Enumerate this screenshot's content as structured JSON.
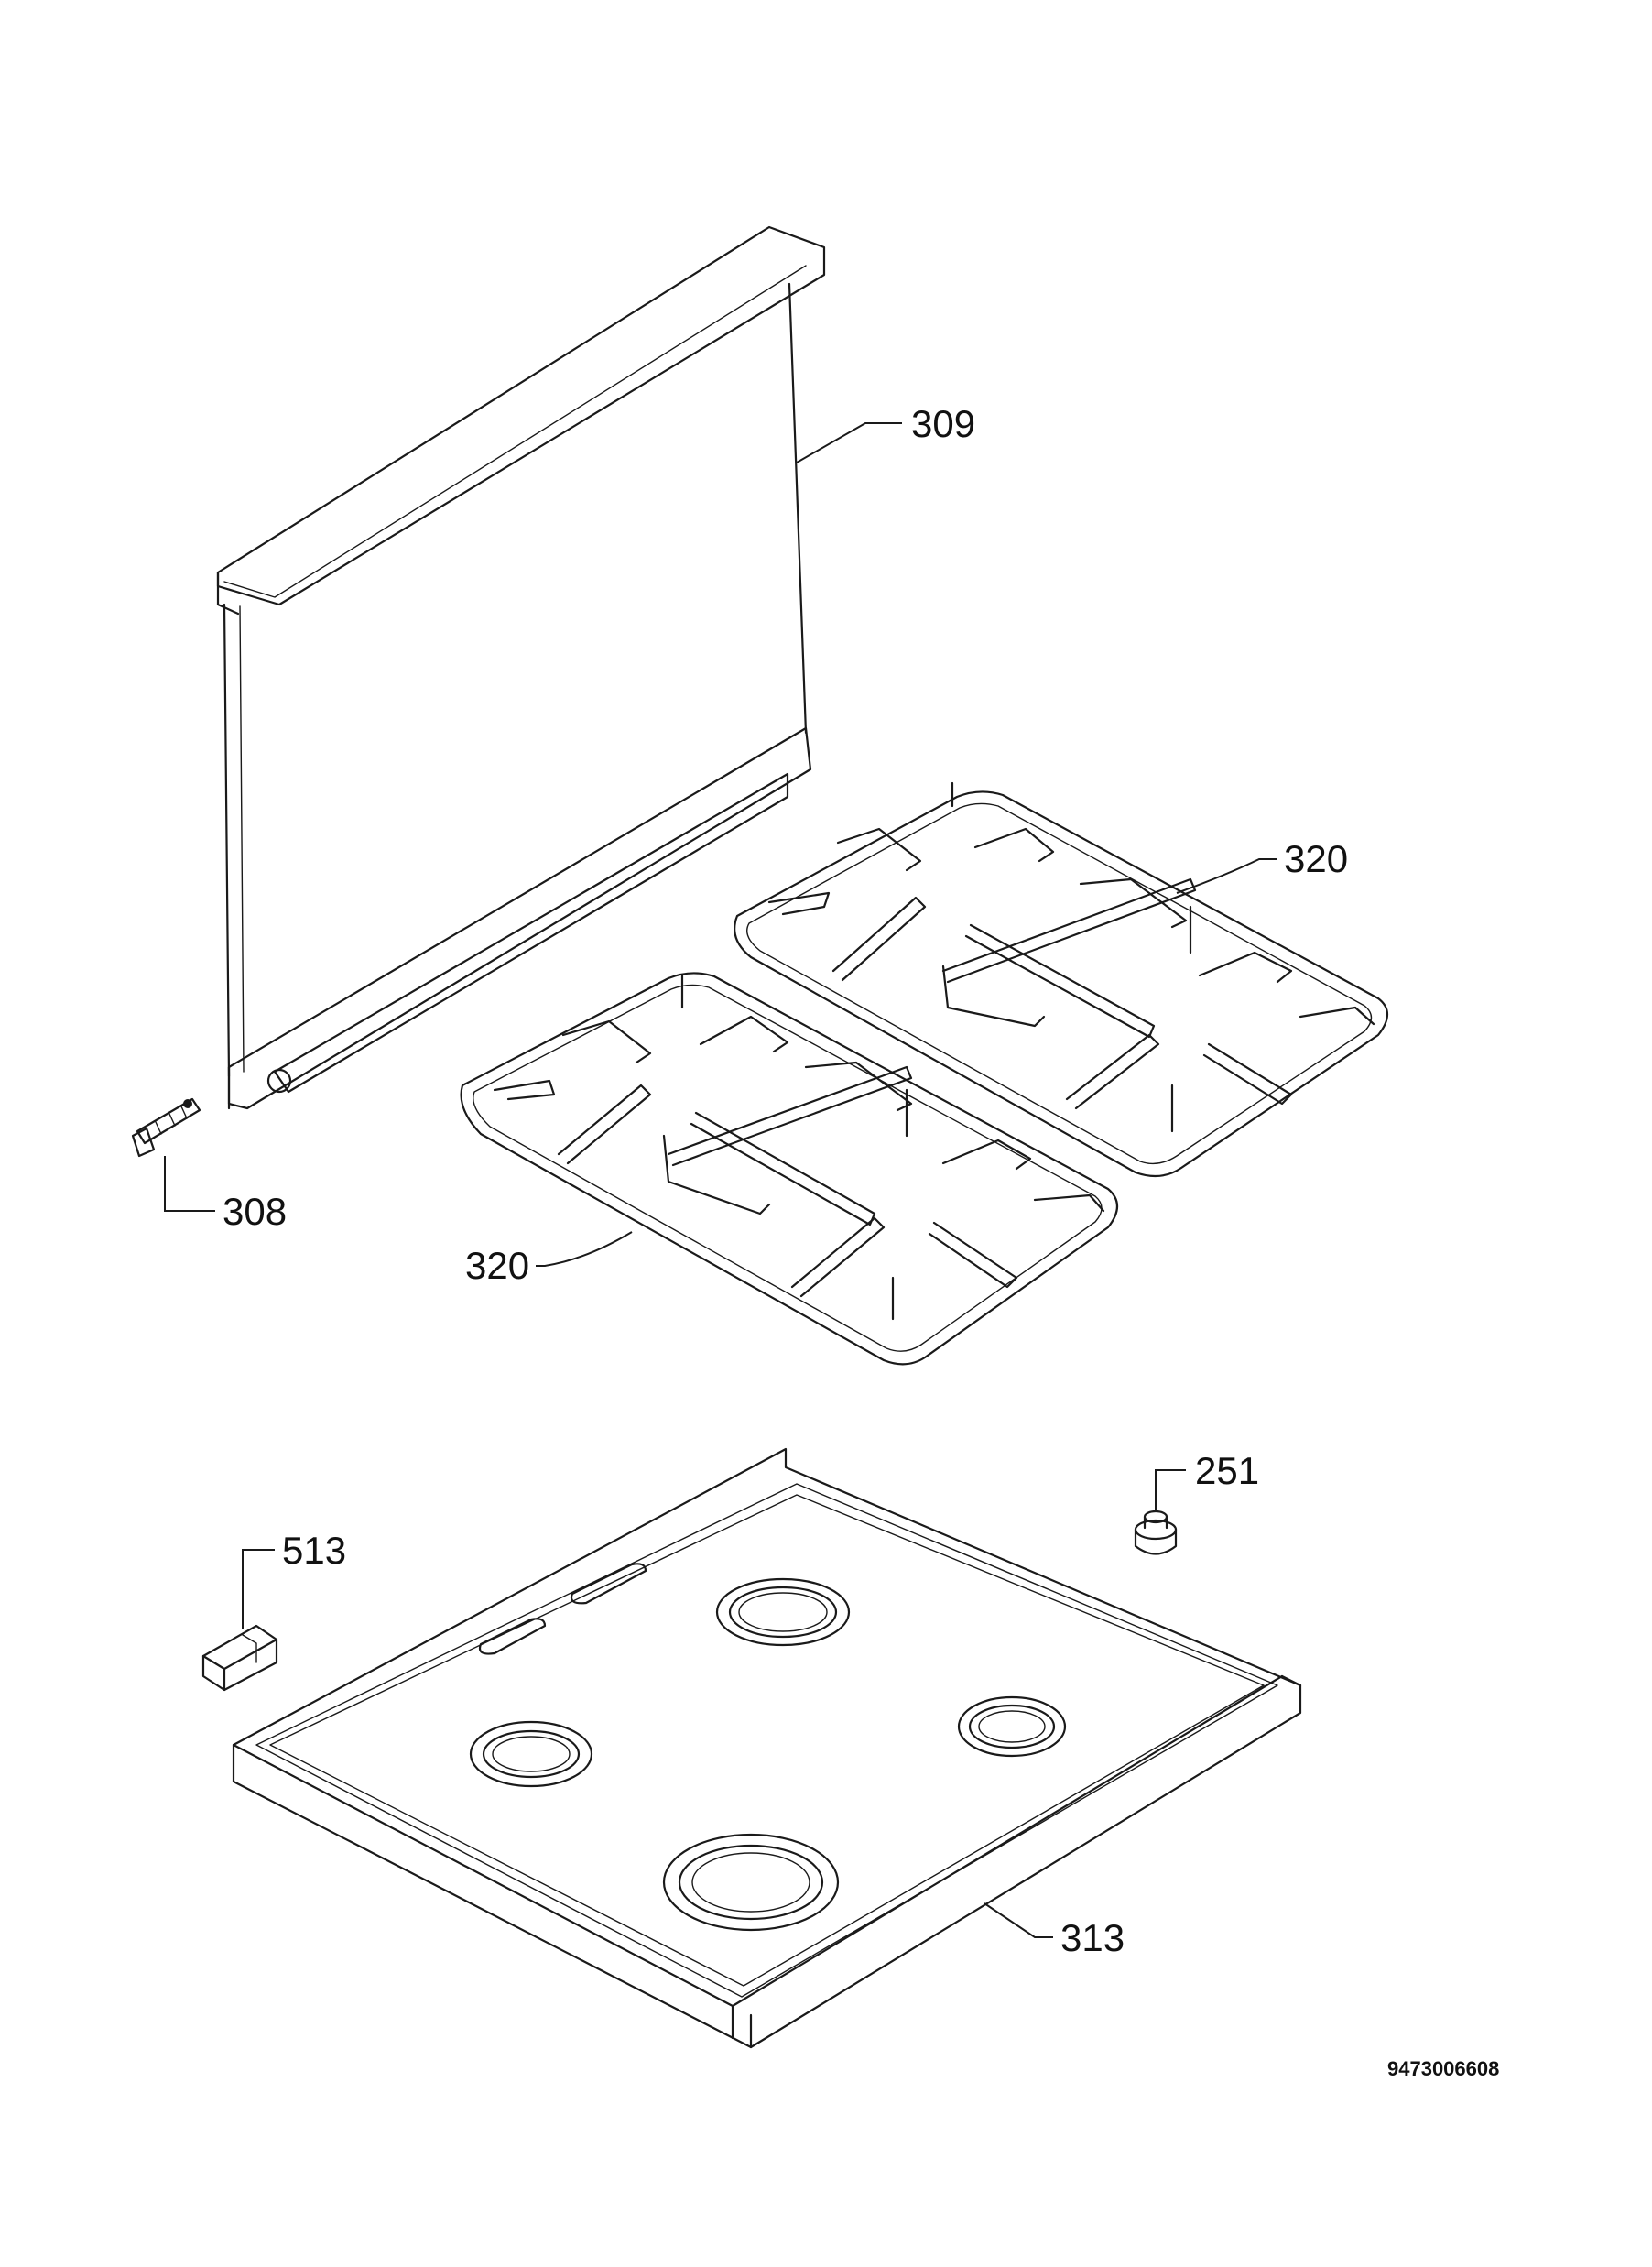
{
  "labels": {
    "p309": "309",
    "p320a": "320",
    "p320b": "320",
    "p308": "308",
    "p251": "251",
    "p513": "513",
    "p313": "313"
  },
  "drawing_code": "9473006608"
}
